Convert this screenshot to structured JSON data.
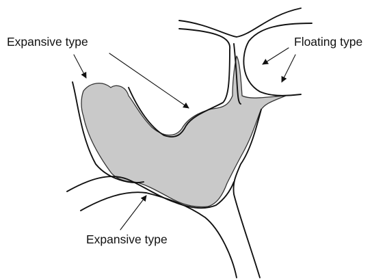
{
  "labels": {
    "expansive_top": "Expansive type",
    "floating": "Floating type",
    "expansive_bottom": "Expansive type"
  },
  "colors": {
    "fill": "#c9c9c9",
    "line": "#111111",
    "background": "#ffffff"
  }
}
